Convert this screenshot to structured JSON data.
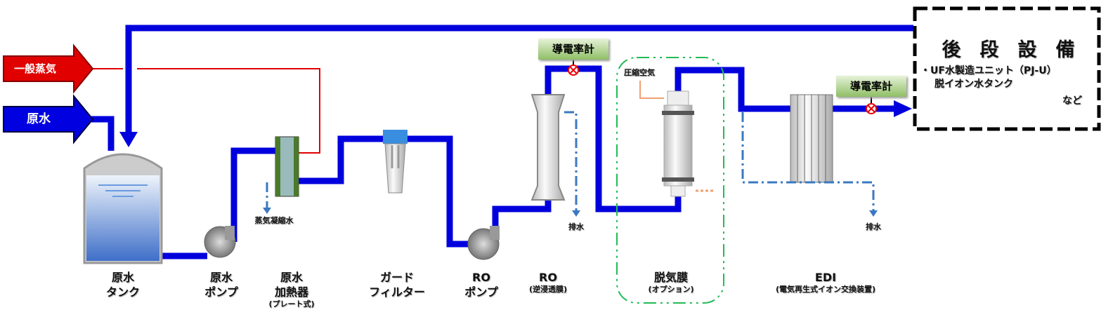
{
  "inputs": {
    "steam": "一般蒸気",
    "raw_water": "原水"
  },
  "meters": [
    "導電率計",
    "導電率計"
  ],
  "downstream": {
    "title": "後　段　設　備",
    "line1": "・UF水製造ユニット（PJ-U）",
    "line2": "脱イオン水タンク",
    "etc": "など"
  },
  "drains": {
    "condensate": "蒸気凝縮水",
    "ro_drain": "排水",
    "edi_drain": "排水"
  },
  "compressed_air": "圧縮空気",
  "equipment": [
    {
      "name": "原水",
      "name2": "タンク"
    },
    {
      "name": "原水",
      "name2": "ポンプ"
    },
    {
      "name": "原水",
      "name2": "加熱器",
      "note": "(プレート式)"
    },
    {
      "name": "ガード",
      "name2": "フィルター"
    },
    {
      "name": "RO",
      "name2": "ポンプ"
    },
    {
      "name": "RO",
      "note": "(逆浸透膜)"
    },
    {
      "name": "脱気膜",
      "note": "(オプション)"
    },
    {
      "name": "EDI",
      "note": "(電気再生式イオン交換装置)"
    }
  ],
  "colors": {
    "pipe": "#0000e0",
    "steam": "#e00000",
    "drain": "#3a78c0",
    "option": "#22bb55"
  }
}
